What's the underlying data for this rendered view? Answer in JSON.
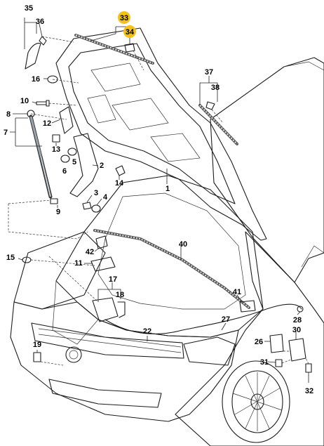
{
  "diagram": {
    "callouts": [
      {
        "id": "c35",
        "label": "35",
        "highlight": false
      },
      {
        "id": "c36",
        "label": "36",
        "highlight": false
      },
      {
        "id": "c33",
        "label": "33",
        "highlight": true
      },
      {
        "id": "c34",
        "label": "34",
        "highlight": true
      },
      {
        "id": "c16",
        "label": "16",
        "highlight": false
      },
      {
        "id": "c37",
        "label": "37",
        "highlight": false
      },
      {
        "id": "c38",
        "label": "38",
        "highlight": false
      },
      {
        "id": "c10",
        "label": "10",
        "highlight": false
      },
      {
        "id": "c8",
        "label": "8",
        "highlight": false
      },
      {
        "id": "c7",
        "label": "7",
        "highlight": false
      },
      {
        "id": "c12",
        "label": "12",
        "highlight": false
      },
      {
        "id": "c13",
        "label": "13",
        "highlight": false
      },
      {
        "id": "c6",
        "label": "6",
        "highlight": false
      },
      {
        "id": "c5",
        "label": "5",
        "highlight": false
      },
      {
        "id": "c2",
        "label": "2",
        "highlight": false
      },
      {
        "id": "c14",
        "label": "14",
        "highlight": false
      },
      {
        "id": "c1",
        "label": "1",
        "highlight": false
      },
      {
        "id": "c3",
        "label": "3",
        "highlight": false
      },
      {
        "id": "c4",
        "label": "4",
        "highlight": false
      },
      {
        "id": "c9",
        "label": "9",
        "highlight": false
      },
      {
        "id": "c40",
        "label": "40",
        "highlight": false
      },
      {
        "id": "c42",
        "label": "42",
        "highlight": false
      },
      {
        "id": "c15",
        "label": "15",
        "highlight": false
      },
      {
        "id": "c11",
        "label": "11",
        "highlight": false
      },
      {
        "id": "c17",
        "label": "17",
        "highlight": false
      },
      {
        "id": "c18",
        "label": "18",
        "highlight": false
      },
      {
        "id": "c41",
        "label": "41",
        "highlight": false
      },
      {
        "id": "c22",
        "label": "22",
        "highlight": false
      },
      {
        "id": "c27",
        "label": "27",
        "highlight": false
      },
      {
        "id": "c28",
        "label": "28",
        "highlight": false
      },
      {
        "id": "c30",
        "label": "30",
        "highlight": false
      },
      {
        "id": "c26",
        "label": "26",
        "highlight": false
      },
      {
        "id": "c19",
        "label": "19",
        "highlight": false
      },
      {
        "id": "c31",
        "label": "31",
        "highlight": false
      },
      {
        "id": "c32",
        "label": "32",
        "highlight": false
      }
    ],
    "colors": {
      "highlight": "#f2c21b",
      "hood_fill": "#c8ced6",
      "hood_inner": "#b4bcc6",
      "body_fill": "#dde1e6",
      "dark_fill": "#9aa2ab",
      "glass_fill": "#e6e9ec",
      "line": "#1c1c1c"
    }
  }
}
